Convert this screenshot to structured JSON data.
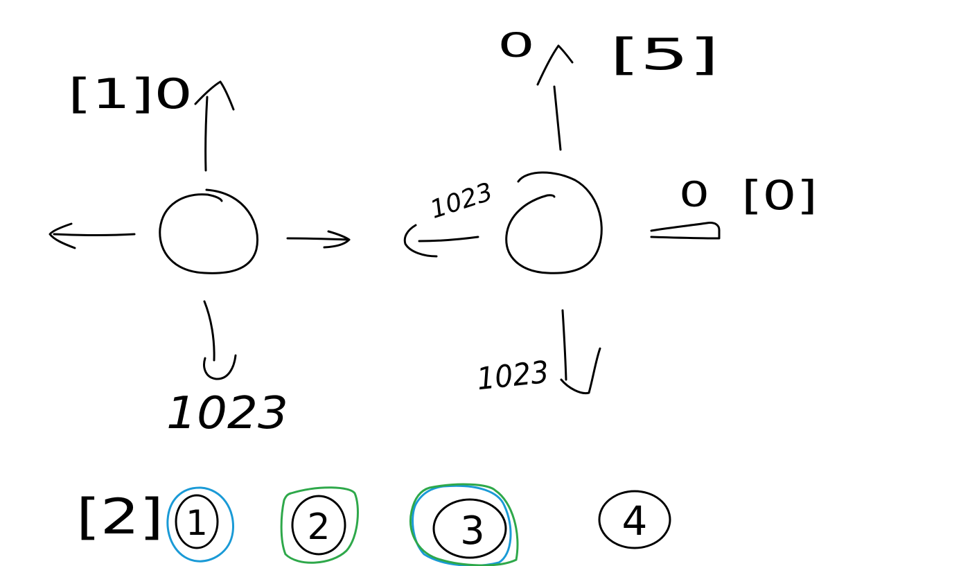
{
  "colors": {
    "ink": "#000000",
    "blue": "#1a9ad6",
    "green": "#2ea84a",
    "background": "#ffffff"
  },
  "left_node": {
    "up_label": "[1]0",
    "down_label": "1023"
  },
  "right_node": {
    "up_value": "0",
    "up_bracket": "[5]",
    "left_value": "1023",
    "right_value": "0",
    "right_bracket": "[0]",
    "down_value": "1023"
  },
  "legend": {
    "bracket": "[2]",
    "circles": [
      {
        "label": "1",
        "highlight": "blue"
      },
      {
        "label": "2",
        "highlight": "green"
      },
      {
        "label": "3",
        "highlight": "blue+green"
      },
      {
        "label": "4",
        "highlight": "none"
      }
    ]
  }
}
